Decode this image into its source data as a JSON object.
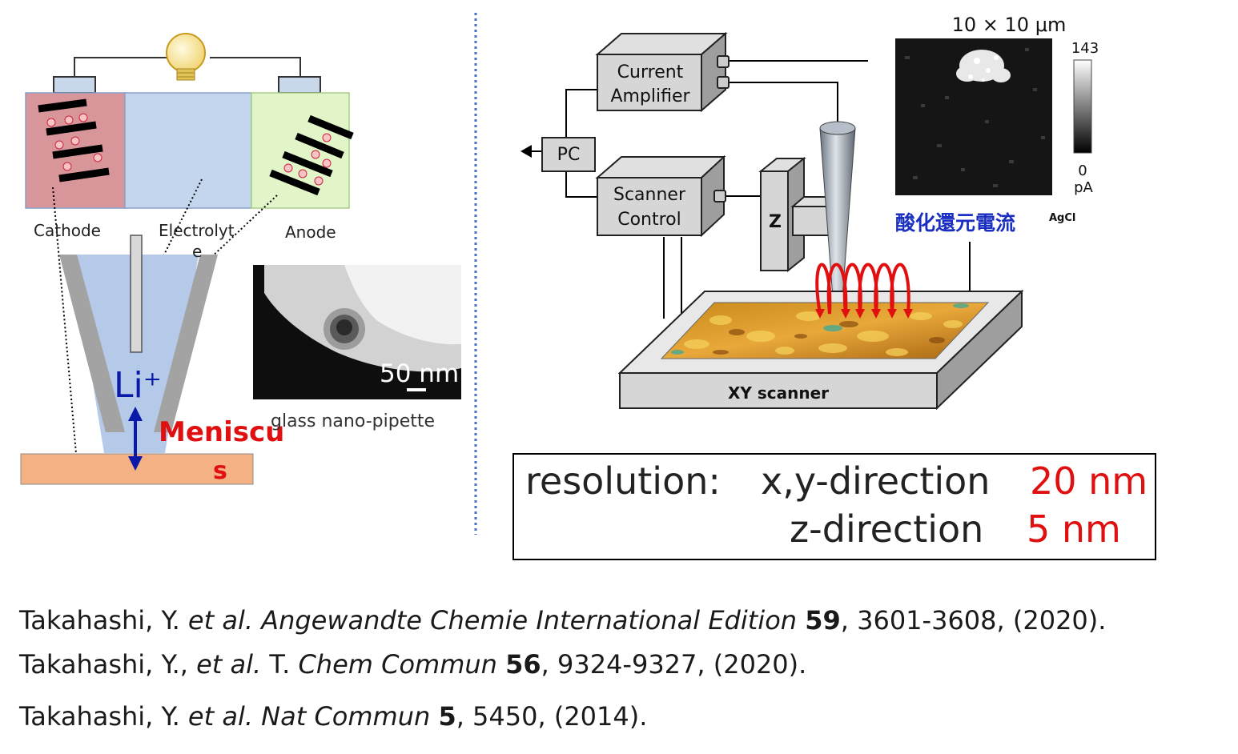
{
  "left": {
    "labels": {
      "cathode": "Cathode",
      "electrolyte_1": "Electrolyt",
      "electrolyte_2": "e",
      "anode": "Anode"
    },
    "ion": "Li⁺",
    "meniscus_1": "Meniscu",
    "meniscus_2": "s",
    "scale": "50 nm",
    "pipette_caption": "glass nano-pipette"
  },
  "right": {
    "amplifier_1": "Current",
    "amplifier_2": "Amplifier",
    "pc": "PC",
    "scanner_1": "Scanner",
    "scanner_2": "Control",
    "z": "Z",
    "xy": "XY scanner",
    "map_size": "10 × 10 μm",
    "cbar_max": "143",
    "cbar_min": "0",
    "cbar_unit": "pA",
    "redox_label": "酸化還元電流",
    "agcl": "AgCl"
  },
  "resolution": {
    "label": "resolution:",
    "xy_dir": "x,y-direction",
    "xy_val": "20 nm",
    "z_dir": "z-direction",
    "z_val": "5 nm"
  },
  "refs": [
    {
      "authors": "Takahashi, Y. ",
      "etal": "et al.",
      "mid": "",
      "journal": "Angewandte Chemie International Edition",
      "vol": "59",
      "rest": ", 3601-3608, (2020)."
    },
    {
      "authors": "Takahashi, Y., ",
      "etal": "et al.",
      "mid": " T. ",
      "journal": "Chem Commun",
      "vol": "56",
      "rest": ", 9324-9327, (2020)."
    },
    {
      "authors": "Takahashi, Y. ",
      "etal": "et al.",
      "mid": " ",
      "journal": "Nat Commun",
      "vol": "5",
      "rest": ", 5450, (2014)."
    }
  ]
}
